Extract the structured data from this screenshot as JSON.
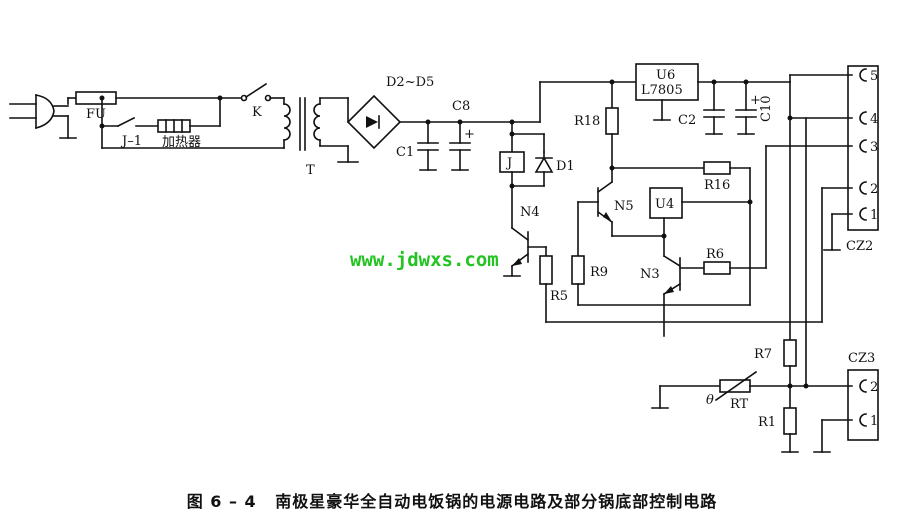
{
  "labels": {
    "fu": "FU",
    "j1": "J–1",
    "heater": "加热器",
    "k": "K",
    "t": "T",
    "bridge": "D2~D5",
    "c8": "C8",
    "c1": "C1",
    "j": "J",
    "d1": "D1",
    "n4": "N4",
    "r5": "R5",
    "r18": "R18",
    "u6": "U6",
    "l7805": "L7805",
    "c2": "C2",
    "c10": "C10",
    "n5": "N5",
    "u4": "U4",
    "r16": "R16",
    "r9": "R9",
    "n3": "N3",
    "r6": "R6",
    "cz2": "CZ2",
    "pin5": "5",
    "pin4": "4",
    "pin3": "3",
    "pin2": "2",
    "pin1": "1",
    "r7": "R7",
    "theta": "θ",
    "rt": "RT",
    "r1": "R1",
    "cz3": "CZ3",
    "cz3_pin2": "2",
    "cz3_pin1": "1",
    "plus_c8": "+",
    "plus_c10": "+"
  },
  "watermark": "www.jdwxs.com",
  "caption": {
    "figure": "图 6 – 4",
    "title": "南极星豪华全自动电饭锅的电源电路及部分锅底部控制电路"
  }
}
